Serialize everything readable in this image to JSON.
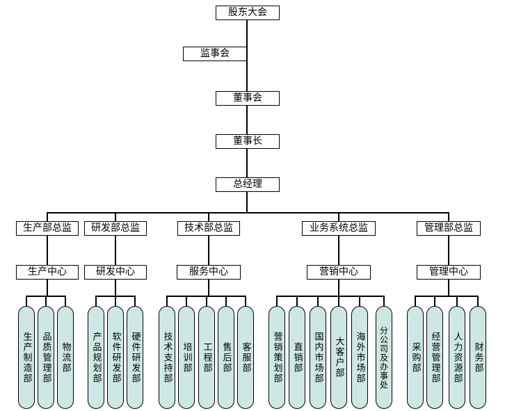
{
  "nodes": {
    "shareholders": "股东大会",
    "supervisory": "监事会",
    "board": "董事会",
    "chairman": "董事长",
    "gm": "总经理"
  },
  "branches": [
    {
      "director": "生产部总监",
      "center": "生产中心",
      "departments": [
        "生产制造部",
        "品质管理部",
        "物流部"
      ]
    },
    {
      "director": "研发部总监",
      "center": "研发中心",
      "departments": [
        "产品规划部",
        "软件研发部",
        "硬件研发部"
      ]
    },
    {
      "director": "技术部总监",
      "center": "服务中心",
      "departments": [
        "技术支持部",
        "培训部",
        "工程部",
        "售后部",
        "客服部"
      ]
    },
    {
      "director": "业务系统总监",
      "center": "营销中心",
      "departments": [
        "营销策划部",
        "直销部",
        "国内市场部",
        "大客户部",
        "海外市场部",
        "分公司及办事处"
      ]
    },
    {
      "director": "管理部总监",
      "center": "管理中心",
      "departments": [
        "采购部",
        "经营管理部",
        "人力资源部",
        "财务部"
      ]
    }
  ],
  "colors": {
    "node_background": "#ffffff",
    "node_border": "#000000",
    "department_background": "#cde7e4",
    "connector": "#000000",
    "text": "#000000"
  }
}
